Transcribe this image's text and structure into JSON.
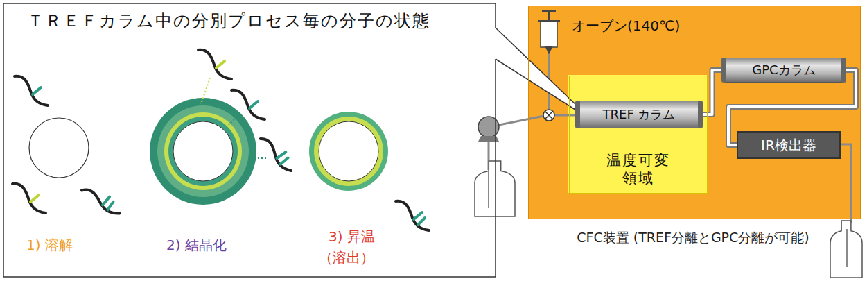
{
  "diagram": {
    "caption": "CFC装置 (TREF分離とGPC分離が可能)",
    "nodes": [
      {
        "text": [
          "ＴＲＥＦカラム中の分別プロセス毎の分子の状態"
        ]
      },
      {
        "text": [
          "オーブン(140℃)"
        ]
      },
      {
        "text": [
          "温度可変 領域"
        ],
        "in": 1
      },
      {
        "text": [
          "TREF カラム"
        ],
        "in": 2
      },
      {
        "text": [
          "GPCカラム"
        ],
        "in": 1
      },
      {
        "text": [
          "IR検出器"
        ],
        "in": 1
      }
    ],
    "edges": [
      {
        "from": 3,
        "to": 4,
        "arrow": "none"
      },
      {
        "from": 4,
        "to": 5,
        "arrow": "none"
      }
    ],
    "labels": [
      "1) 溶解",
      "2) 結晶化",
      "3) 昇温",
      "（溶出）"
    ]
  }
}
